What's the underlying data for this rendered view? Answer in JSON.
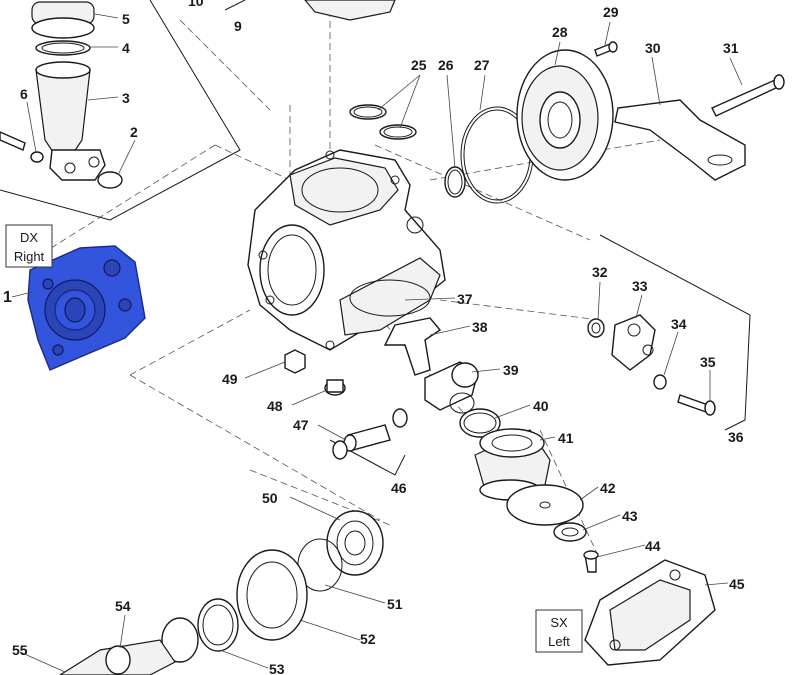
{
  "diagram": {
    "part_numbers": [
      "1",
      "2",
      "3",
      "4",
      "5",
      "6",
      "9",
      "10",
      "25",
      "26",
      "27",
      "28",
      "29",
      "30",
      "31",
      "32",
      "33",
      "34",
      "35",
      "36",
      "37",
      "38",
      "39",
      "40",
      "41",
      "42",
      "43",
      "44",
      "45",
      "46",
      "47",
      "48",
      "49",
      "50",
      "51",
      "52",
      "53",
      "54",
      "55"
    ],
    "highlight_color": "#3355dd",
    "callouts": {
      "dx": {
        "line1": "DX",
        "line2": "Right"
      },
      "sx": {
        "line1": "SX",
        "line2": "Left"
      }
    }
  }
}
